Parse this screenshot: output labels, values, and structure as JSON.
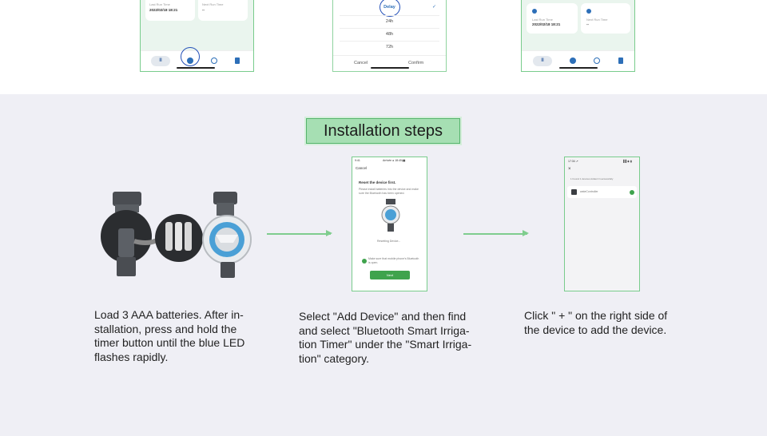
{
  "top_strip": {
    "screen1": {
      "last_run_label": "Last Run Time",
      "last_run_value": "2022/02/18 18:21",
      "next_run_label": "Next Run Time",
      "next_run_value": "--",
      "pause_icon": "pause-icon"
    },
    "screen2": {
      "options": [
        "Delay",
        "24h",
        "48h",
        "72h"
      ],
      "cancel": "Cancel",
      "confirm": "Confirm"
    },
    "screen3": {
      "last_run_label": "Last Run Time",
      "last_run_value": "2022/02/18 18:21",
      "next_run_label": "Next Run Time",
      "next_run_value": "--"
    }
  },
  "section": {
    "title": "Installation steps",
    "accent_color": "#a6dfb3",
    "border_color": "#55b56c"
  },
  "step1": {
    "text_lines": [
      "Load 3 AAA batteries. After in-",
      "stallation, press and hold the",
      "timer button  until the blue LED",
      "flashes rapidly."
    ]
  },
  "step2": {
    "phone": {
      "status_left": "9:41",
      "status_right": "Arrivée ● 18:45 ▮▮",
      "cancel": "Cancel",
      "heading": "Reset the device first.",
      "instructions": "Please install batteries into the device and make sure the Bluetooth has been opened.",
      "resetting": "Resetting Device...",
      "check_text": "Make sure that mobile phone's Bluetooth is open.",
      "next_button": "Next"
    },
    "text_lines": [
      "Select \"Add Device\" and then find",
      "and select \"Bluetooth Smart Irriga-",
      "tion Timer\" under the \"Smart Irriga-",
      "tion\" category."
    ]
  },
  "step3": {
    "phone": {
      "status_left": "17:34 ↗",
      "status_right": "▐▐ ◉ ▮",
      "close": "×",
      "found_text": "1 Found 1 devices Added 0 successfully",
      "device_name": "wateController"
    },
    "text_lines": [
      "Click \"  +  \" on the right side of",
      "the device to add the device."
    ]
  }
}
